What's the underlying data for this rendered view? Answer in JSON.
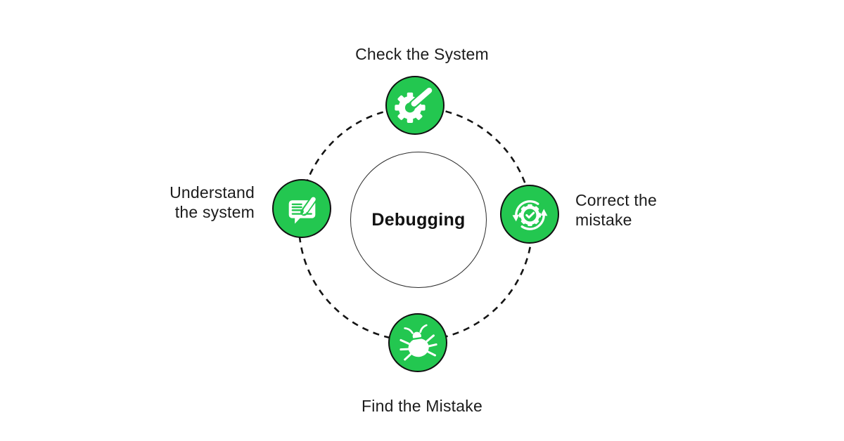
{
  "diagram": {
    "center_label": "Debugging",
    "nodes": [
      {
        "id": "check",
        "position": "top",
        "label": "Check the System",
        "icon": "gear-lever-icon"
      },
      {
        "id": "correct",
        "position": "right",
        "label": "Correct the\nmistake",
        "icon": "sync-gear-check-icon"
      },
      {
        "id": "find",
        "position": "bottom",
        "label": "Find the Mistake",
        "icon": "bug-icon"
      },
      {
        "id": "understand",
        "position": "left",
        "label": "Understand\nthe system",
        "icon": "message-edit-icon"
      }
    ],
    "colors": {
      "node_green": "#23C750",
      "outline_black": "#111111",
      "text": "#1C1C1C",
      "icon_white": "#FFFFFF",
      "background": "#FFFFFF"
    }
  }
}
